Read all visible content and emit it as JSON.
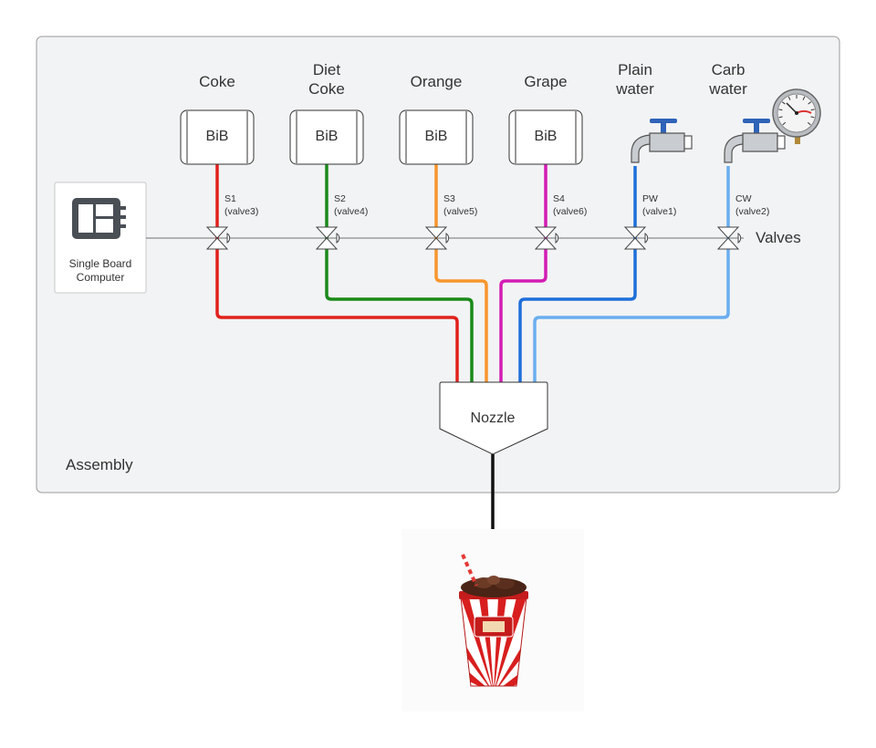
{
  "assembly_label": "Assembly",
  "valves_label": "Valves",
  "computer": {
    "label_line1": "Single Board",
    "label_line2": "Computer"
  },
  "nozzle_label": "Nozzle",
  "sources": [
    {
      "name_line1": "Coke",
      "name_line2": "",
      "type": "bib",
      "container_label": "BiB",
      "valve_id": "S1",
      "valve_name": "(valve3)",
      "color": "#e0211c"
    },
    {
      "name_line1": "Diet",
      "name_line2": "Coke",
      "type": "bib",
      "container_label": "BiB",
      "valve_id": "S2",
      "valve_name": "(valve4)",
      "color": "#1a8a1a"
    },
    {
      "name_line1": "Orange",
      "name_line2": "",
      "type": "bib",
      "container_label": "BiB",
      "valve_id": "S3",
      "valve_name": "(valve5)",
      "color": "#f7962e"
    },
    {
      "name_line1": "Grape",
      "name_line2": "",
      "type": "bib",
      "container_label": "BiB",
      "valve_id": "S4",
      "valve_name": "(valve6)",
      "color": "#d41cb4"
    },
    {
      "name_line1": "Plain",
      "name_line2": "water",
      "type": "tap",
      "container_label": "",
      "valve_id": "PW",
      "valve_name": "(valve1)",
      "color": "#1e6fd9"
    },
    {
      "name_line1": "Carb",
      "name_line2": "water",
      "type": "tap",
      "container_label": "",
      "valve_id": "CW",
      "valve_name": "(valve2)",
      "color": "#6aaef0"
    }
  ],
  "colors": {
    "panel_bg": "#f2f3f4",
    "panel_border": "#9a9a9a",
    "wire": "#707070",
    "outlet": "#111111",
    "tap_handle": "#2f63b8",
    "tap_body": "#c9ccd0"
  },
  "icons": {
    "computer": "chip-icon",
    "tap": "faucet-icon",
    "gauge": "pressure-gauge-icon",
    "cup": "soda-cup-icon",
    "valve": "valve-icon"
  }
}
